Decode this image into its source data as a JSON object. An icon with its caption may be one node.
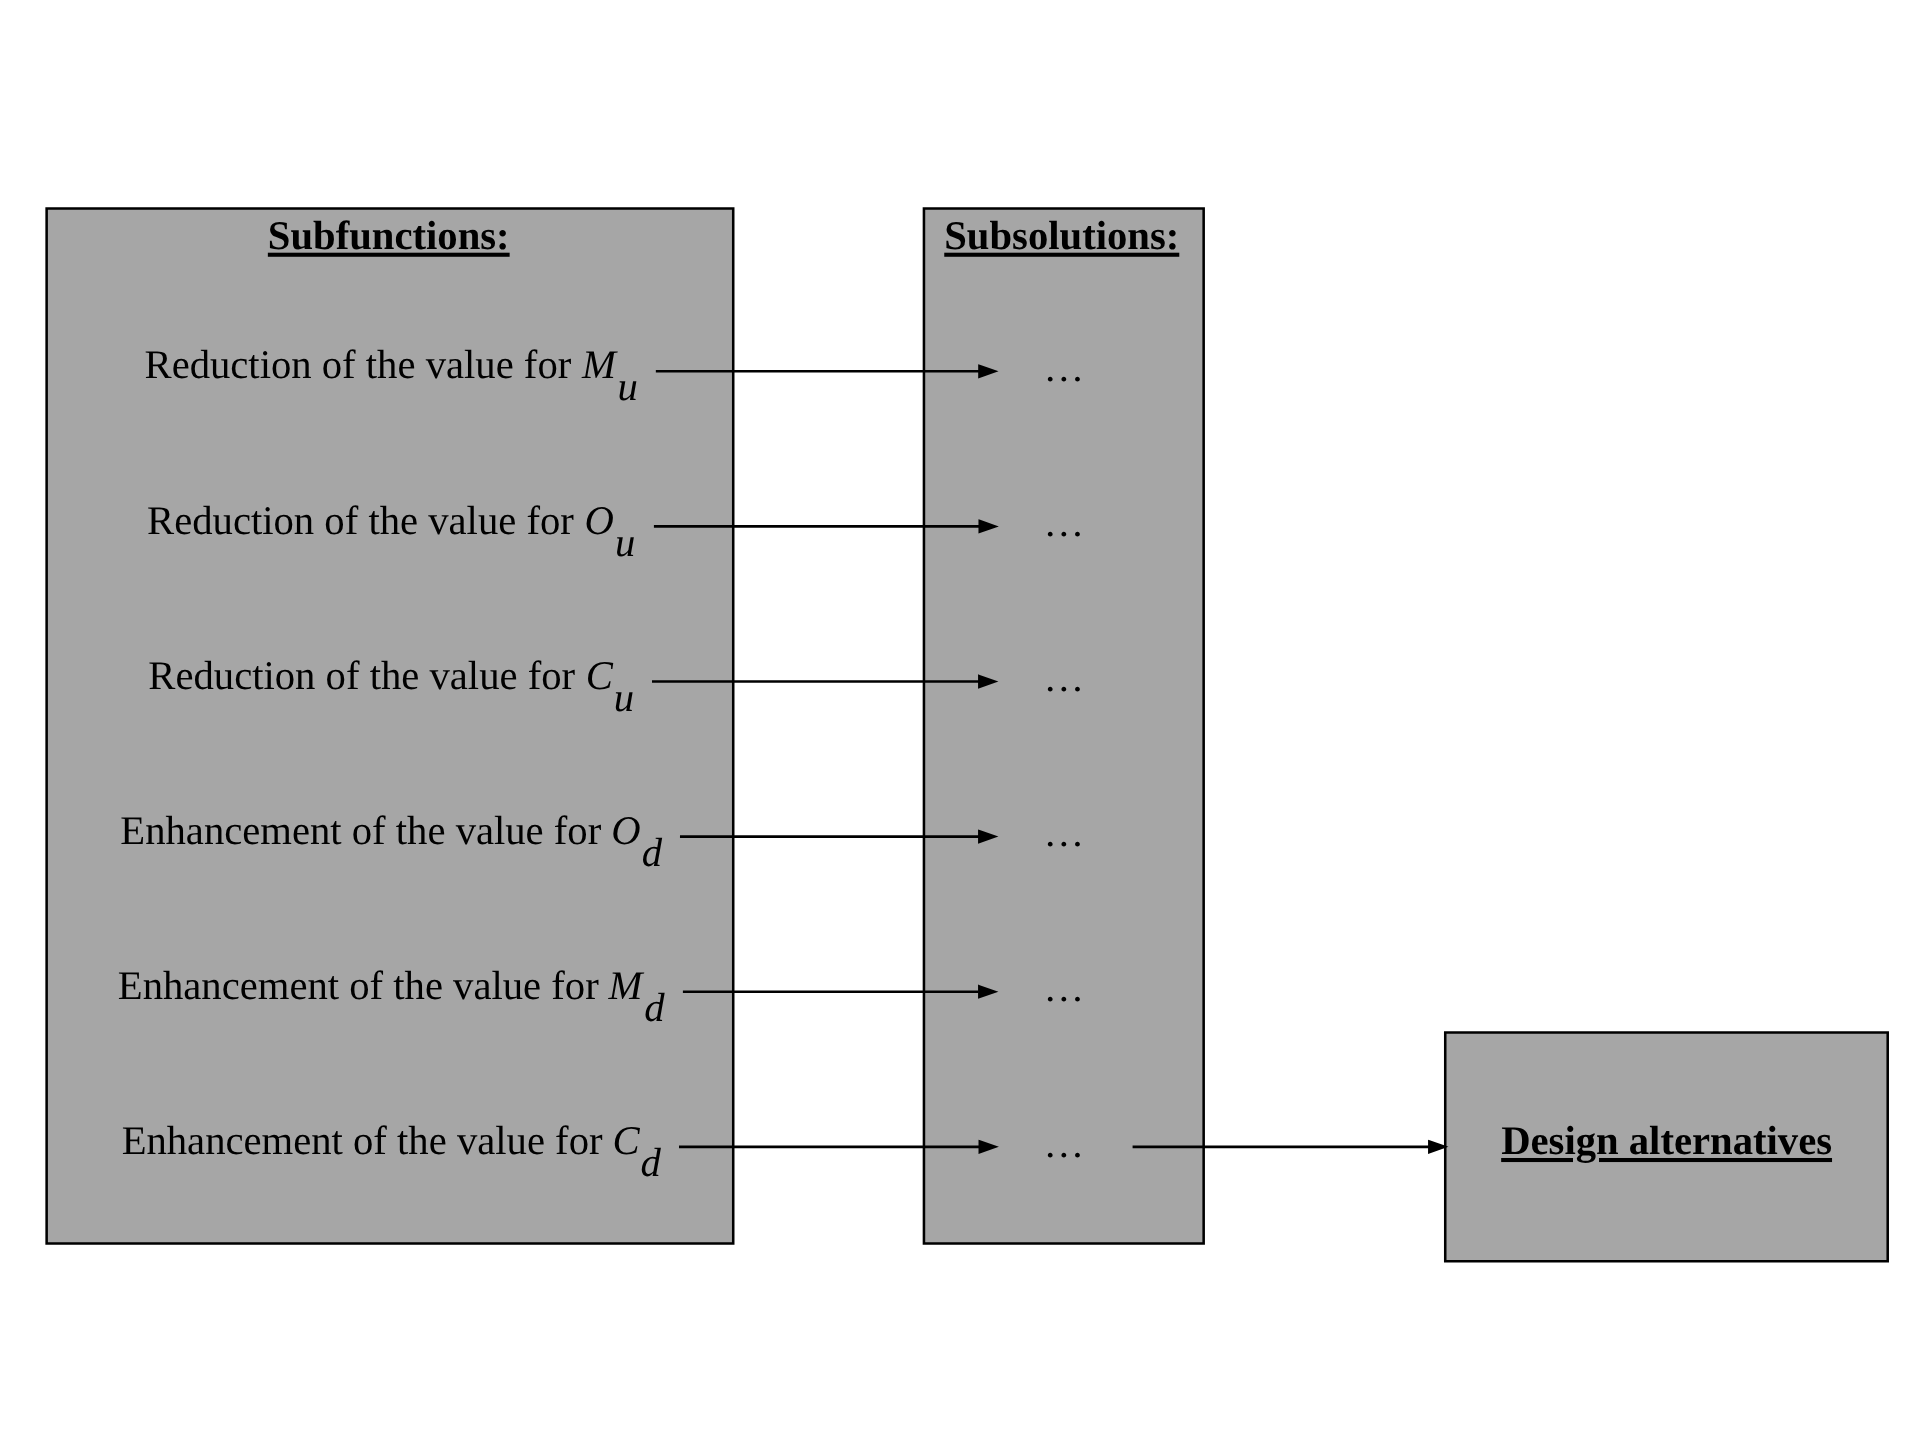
{
  "diagram": {
    "nodes": [
      {
        "text": [
          "Subfunctions:"
        ]
      },
      {
        "text": [
          "Reduction of the value for *M*$_{u}$"
        ],
        "in": 0
      },
      {
        "text": [
          "Reduction of the value for *O*$_{u}$"
        ],
        "in": 0
      },
      {
        "text": [
          "Reduction of the value for *C*$_{u}$"
        ],
        "in": 0
      },
      {
        "text": [
          "Enhancement of the value for *O*$_{d}$"
        ],
        "in": 0
      },
      {
        "text": [
          "Enhancement of the value for *M*$_{d}$"
        ],
        "in": 0
      },
      {
        "text": [
          "Enhancement of the value for *C*$_{d}$"
        ],
        "in": 0
      },
      {
        "text": [
          "Subsolutions:"
        ]
      },
      {
        "text": [
          "…"
        ],
        "in": 7
      },
      {
        "text": [
          "…"
        ],
        "in": 7
      },
      {
        "text": [
          "…"
        ],
        "in": 7
      },
      {
        "text": [
          "…"
        ],
        "in": 7
      },
      {
        "text": [
          "…"
        ],
        "in": 7
      },
      {
        "text": [
          "…"
        ],
        "in": 7
      },
      {
        "text": [
          "Design alternatives"
        ]
      }
    ],
    "edges": [
      {
        "from": 1,
        "to": 8,
        "arrow": "to"
      },
      {
        "from": 2,
        "to": 9,
        "arrow": "to"
      },
      {
        "from": 3,
        "to": 10,
        "arrow": "to"
      },
      {
        "from": 4,
        "to": 11,
        "arrow": "to"
      },
      {
        "from": 5,
        "to": 12,
        "arrow": "to"
      },
      {
        "from": 6,
        "to": 13,
        "arrow": "to"
      },
      {
        "from": 13,
        "to": 14,
        "arrow": "to"
      }
    ]
  }
}
